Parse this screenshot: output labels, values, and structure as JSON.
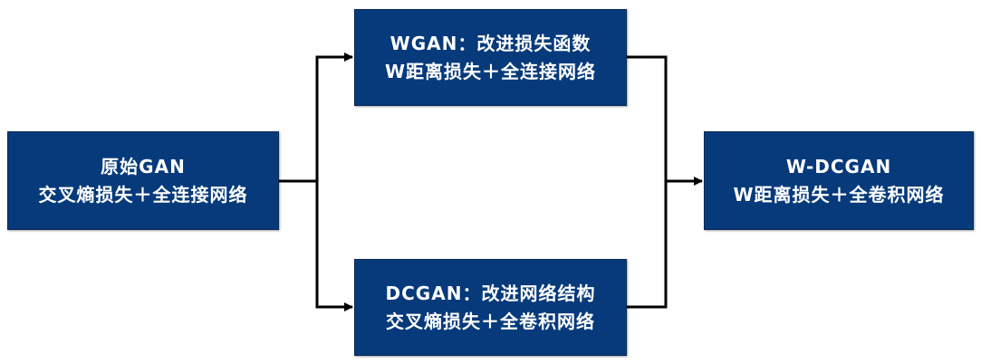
{
  "nodes": {
    "original": {
      "line1": "原始GAN",
      "line2": "交叉熵损失＋全连接网络"
    },
    "wgan": {
      "line1": "WGAN：改进损失函数",
      "line2": "W距离损失＋全连接网络"
    },
    "dcgan": {
      "line1": "DCGAN：改进网络结构",
      "line2": "交叉熵损失＋全卷积网络"
    },
    "wdcgan": {
      "line1": "W-DCGAN",
      "line2": "W距离损失＋全卷积网络"
    }
  },
  "colors": {
    "box": "#063a7b",
    "text": "#ffffff",
    "line": "#000000"
  }
}
